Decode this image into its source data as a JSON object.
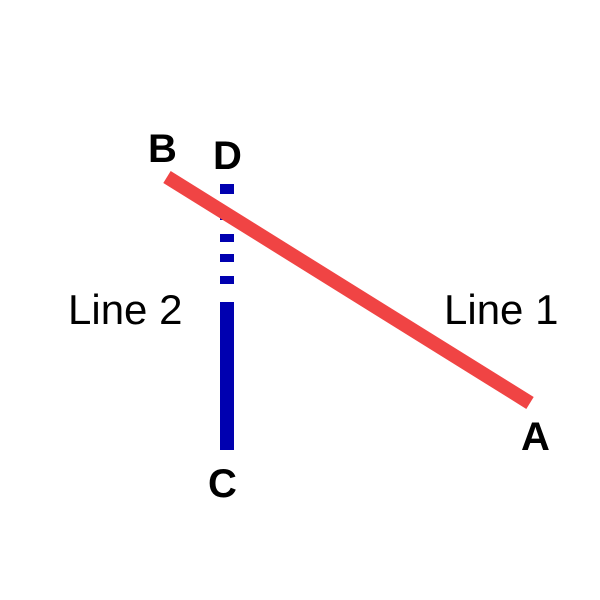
{
  "points": {
    "A": "A",
    "B": "B",
    "C": "C",
    "D": "D"
  },
  "lines": {
    "line1": {
      "label": "Line 1",
      "color": "#f04444"
    },
    "line2": {
      "label": "Line 2",
      "color": "#0000b0"
    }
  }
}
